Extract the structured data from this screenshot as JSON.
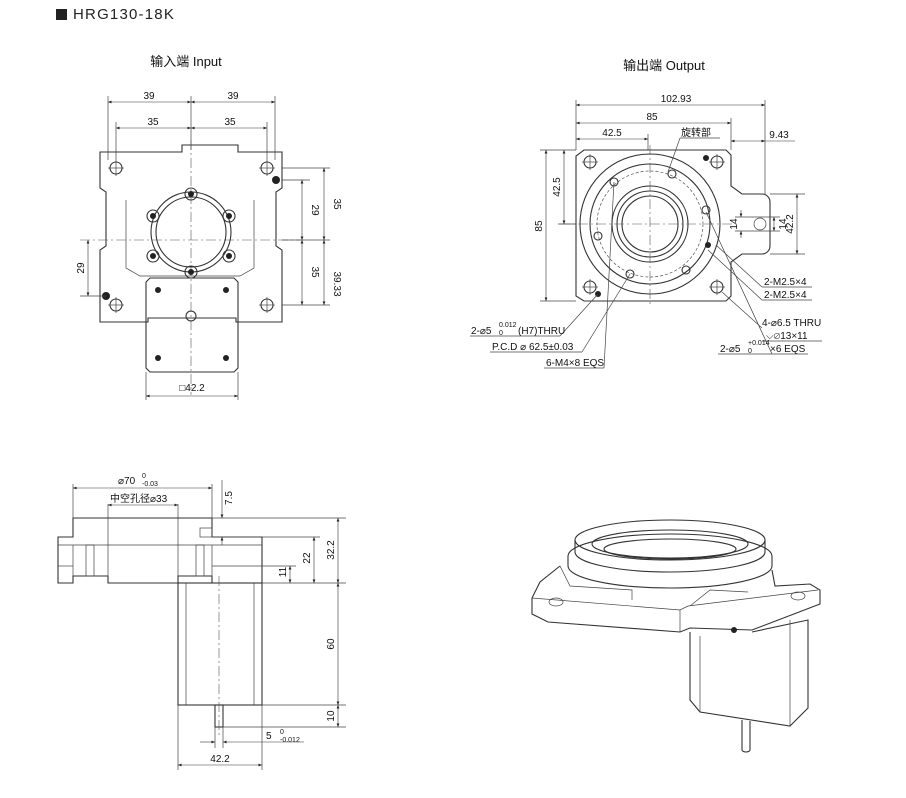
{
  "title": "HRG130-18K",
  "input_view": {
    "heading": "输入端 Input",
    "dims": {
      "w39_left": "39",
      "w39_right": "39",
      "w35_left": "35",
      "w35_right": "35",
      "h35_top": "35",
      "h29_top": "29",
      "h35_bottom": "35",
      "h39_33": "39.33",
      "h29_left": "29",
      "square": "□42.2"
    }
  },
  "output_view": {
    "heading": "输出端 Output",
    "dims": {
      "w102_93": "102.93",
      "w85": "85",
      "w42_5": "42.5",
      "w9_43": "9.43",
      "h42_5": "42.5",
      "h85": "85",
      "h14_a": "14",
      "h14_b": "14",
      "h42_2": "42.2"
    },
    "rotating_part": "旋转部",
    "notes": {
      "m25_a": "2-M2.5×4",
      "m25_b": "2-M2.5×4",
      "thru_65": "4-⌀6.5 THRU",
      "cbore": "⌵⌀13×11",
      "pin_5_014_main": "2-⌀5",
      "pin_5_014_tol": "+0.014",
      "pin_5_014_tol0": "0",
      "pin_5_014_tail": "×6 EQS",
      "pin_h7_main": "2-⌀5",
      "pin_h7_tol": "0.012",
      "pin_h7_tol0": "0",
      "pin_h7_tail": "(H7)THRU",
      "pcd": "P.C.D ⌀ 62.5±0.03",
      "m4": "6-M4×8 EQS"
    }
  },
  "side_view": {
    "dims": {
      "d70": "⌀70",
      "d70_tol_top": "0",
      "d70_tol_bot": "-0.03",
      "hollow": "中空孔径⌀33",
      "h7_5": "7.5",
      "h22": "22",
      "h32_2": "32.2",
      "h11": "11",
      "h60": "60",
      "h10": "10",
      "d5": "5",
      "d5_tol_top": "0",
      "d5_tol_bot": "-0.012",
      "w42_2": "42.2"
    }
  }
}
